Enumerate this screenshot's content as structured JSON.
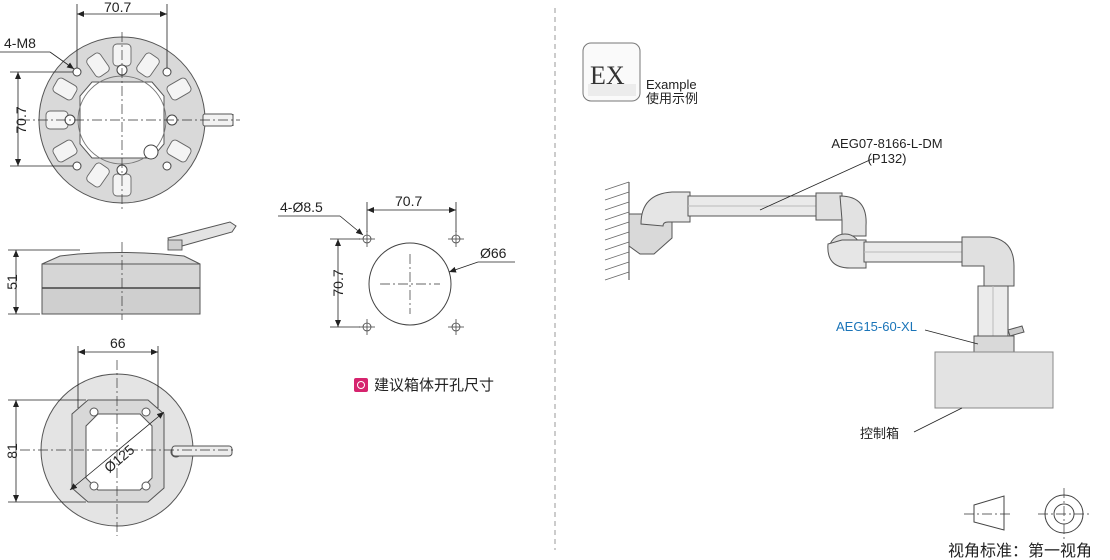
{
  "top_view": {
    "dim_width": "70.7",
    "dim_height": "70.7",
    "holes": "4-M8"
  },
  "side_view": {
    "dim_height": "51"
  },
  "bottom_view": {
    "dim_width": "66",
    "dim_height": "81",
    "dim_diameter": "Ø125"
  },
  "cutout": {
    "holes": "4-Ø8.5",
    "dim_width": "70.7",
    "dim_height": "70.7",
    "dim_center": "Ø66"
  },
  "legend": {
    "text": "建议箱体开孔尺寸",
    "color": "#d6246e"
  },
  "example": {
    "badge": "EX",
    "title": "Example",
    "subtitle": "使用示例"
  },
  "arm": {
    "part_label": "AEG07-8166-L-DM",
    "part_page": "(P132)",
    "mount_label": "AEG15-60-XL",
    "box_label": "控制箱"
  },
  "projection": {
    "label": "视角标准：第一视角"
  }
}
